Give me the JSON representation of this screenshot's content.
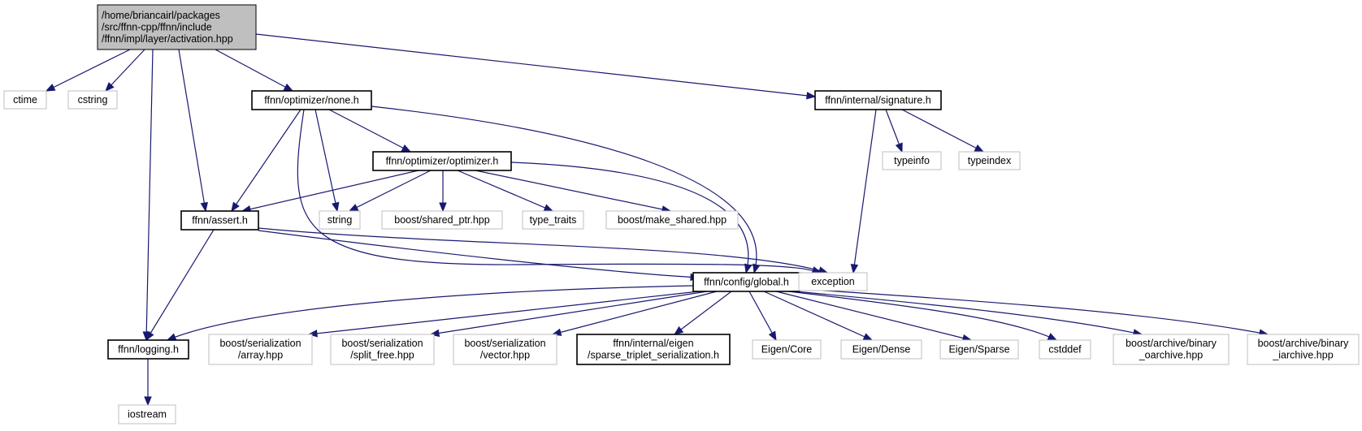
{
  "diagram": {
    "type": "include-dependency-graph",
    "edge_color": "#191970",
    "nodes": [
      {
        "id": "root",
        "kind": "root",
        "lines": [
          "/home/briancairl/packages",
          "/src/ffnn-cpp/ffnn/include",
          "/ffnn/impl/layer/activation.hpp"
        ]
      },
      {
        "id": "ctime",
        "kind": "system",
        "lines": [
          "ctime"
        ]
      },
      {
        "id": "cstring",
        "kind": "system",
        "lines": [
          "cstring"
        ]
      },
      {
        "id": "none",
        "kind": "local",
        "lines": [
          "ffnn/optimizer/none.h"
        ]
      },
      {
        "id": "signature",
        "kind": "local",
        "lines": [
          "ffnn/internal/signature.h"
        ]
      },
      {
        "id": "optimizer",
        "kind": "local",
        "lines": [
          "ffnn/optimizer/optimizer.h"
        ]
      },
      {
        "id": "typeinfo",
        "kind": "system",
        "lines": [
          "typeinfo"
        ]
      },
      {
        "id": "typeindex",
        "kind": "system",
        "lines": [
          "typeindex"
        ]
      },
      {
        "id": "assert",
        "kind": "local",
        "lines": [
          "ffnn/assert.h"
        ]
      },
      {
        "id": "string",
        "kind": "system",
        "lines": [
          "string"
        ]
      },
      {
        "id": "shared_ptr",
        "kind": "system",
        "lines": [
          "boost/shared_ptr.hpp"
        ]
      },
      {
        "id": "type_traits",
        "kind": "system",
        "lines": [
          "type_traits"
        ]
      },
      {
        "id": "make_shared",
        "kind": "system",
        "lines": [
          "boost/make_shared.hpp"
        ]
      },
      {
        "id": "global",
        "kind": "local",
        "lines": [
          "ffnn/config/global.h"
        ]
      },
      {
        "id": "exception",
        "kind": "system",
        "lines": [
          "exception"
        ]
      },
      {
        "id": "logging",
        "kind": "local",
        "lines": [
          "ffnn/logging.h"
        ]
      },
      {
        "id": "ser_array",
        "kind": "system",
        "lines": [
          "boost/serialization",
          "/array.hpp"
        ]
      },
      {
        "id": "ser_split",
        "kind": "system",
        "lines": [
          "boost/serialization",
          "/split_free.hpp"
        ]
      },
      {
        "id": "ser_vector",
        "kind": "system",
        "lines": [
          "boost/serialization",
          "/vector.hpp"
        ]
      },
      {
        "id": "eigen_ser",
        "kind": "local",
        "lines": [
          "ffnn/internal/eigen",
          "/sparse_triplet_serialization.h"
        ]
      },
      {
        "id": "eigen_core",
        "kind": "system",
        "lines": [
          "Eigen/Core"
        ]
      },
      {
        "id": "eigen_dense",
        "kind": "system",
        "lines": [
          "Eigen/Dense"
        ]
      },
      {
        "id": "eigen_sparse",
        "kind": "system",
        "lines": [
          "Eigen/Sparse"
        ]
      },
      {
        "id": "cstddef",
        "kind": "system",
        "lines": [
          "cstddef"
        ]
      },
      {
        "id": "boarchive",
        "kind": "system",
        "lines": [
          "boost/archive/binary",
          "_oarchive.hpp"
        ]
      },
      {
        "id": "biarchive",
        "kind": "system",
        "lines": [
          "boost/archive/binary",
          "_iarchive.hpp"
        ]
      },
      {
        "id": "iostream",
        "kind": "system",
        "lines": [
          "iostream"
        ]
      }
    ],
    "edges": [
      [
        "root",
        "ctime"
      ],
      [
        "root",
        "cstring"
      ],
      [
        "root",
        "none"
      ],
      [
        "root",
        "signature"
      ],
      [
        "root",
        "assert"
      ],
      [
        "root",
        "logging"
      ],
      [
        "none",
        "optimizer"
      ],
      [
        "none",
        "assert"
      ],
      [
        "none",
        "string"
      ],
      [
        "none",
        "global"
      ],
      [
        "none",
        "exception"
      ],
      [
        "optimizer",
        "assert"
      ],
      [
        "optimizer",
        "string"
      ],
      [
        "optimizer",
        "shared_ptr"
      ],
      [
        "optimizer",
        "type_traits"
      ],
      [
        "optimizer",
        "make_shared"
      ],
      [
        "optimizer",
        "global"
      ],
      [
        "signature",
        "typeinfo"
      ],
      [
        "signature",
        "typeindex"
      ],
      [
        "signature",
        "exception"
      ],
      [
        "assert",
        "logging"
      ],
      [
        "assert",
        "global"
      ],
      [
        "assert",
        "exception"
      ],
      [
        "global",
        "logging"
      ],
      [
        "global",
        "ser_array"
      ],
      [
        "global",
        "ser_split"
      ],
      [
        "global",
        "ser_vector"
      ],
      [
        "global",
        "eigen_ser"
      ],
      [
        "global",
        "eigen_core"
      ],
      [
        "global",
        "eigen_dense"
      ],
      [
        "global",
        "eigen_sparse"
      ],
      [
        "global",
        "cstddef"
      ],
      [
        "global",
        "boarchive"
      ],
      [
        "global",
        "biarchive"
      ],
      [
        "logging",
        "iostream"
      ]
    ]
  }
}
